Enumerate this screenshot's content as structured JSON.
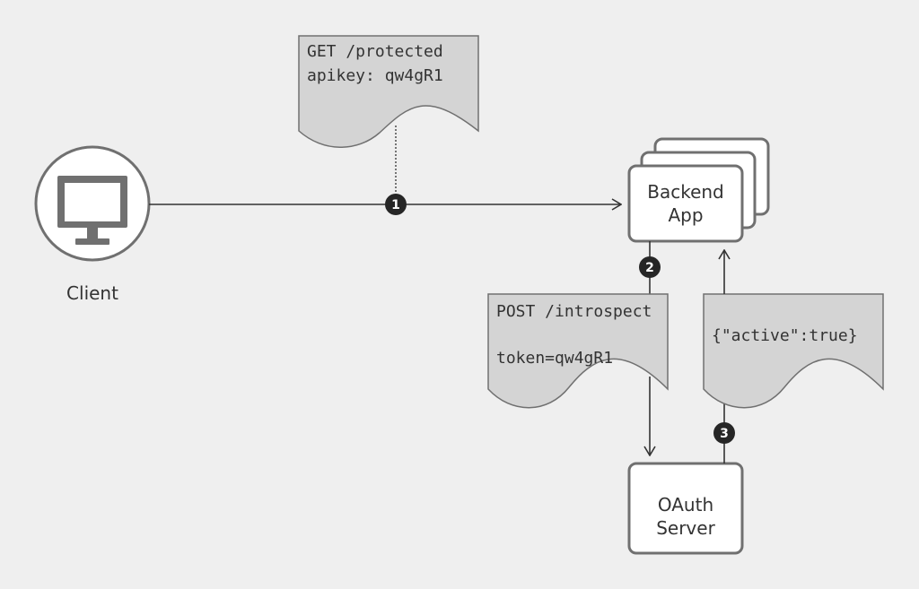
{
  "nodes": {
    "client": {
      "label": "Client"
    },
    "backend": {
      "label_line1": "Backend",
      "label_line2": "App"
    },
    "oauth": {
      "label_line1": "OAuth",
      "label_line2": "Server"
    }
  },
  "documents": {
    "request": {
      "line1": "GET /protected",
      "line2": "apikey: qw4gR1"
    },
    "introspect": {
      "line1": "POST /introspect",
      "line2": "token=qw4gR1"
    },
    "response": {
      "line1": "{\"active\":true}"
    }
  },
  "steps": [
    "1",
    "2",
    "3"
  ],
  "colors": {
    "background": "#efefef",
    "stroke": "#707070",
    "doc_fill": "#d4d4d4",
    "line": "#333333",
    "marker": "#262626",
    "box_fill": "#ffffff"
  }
}
